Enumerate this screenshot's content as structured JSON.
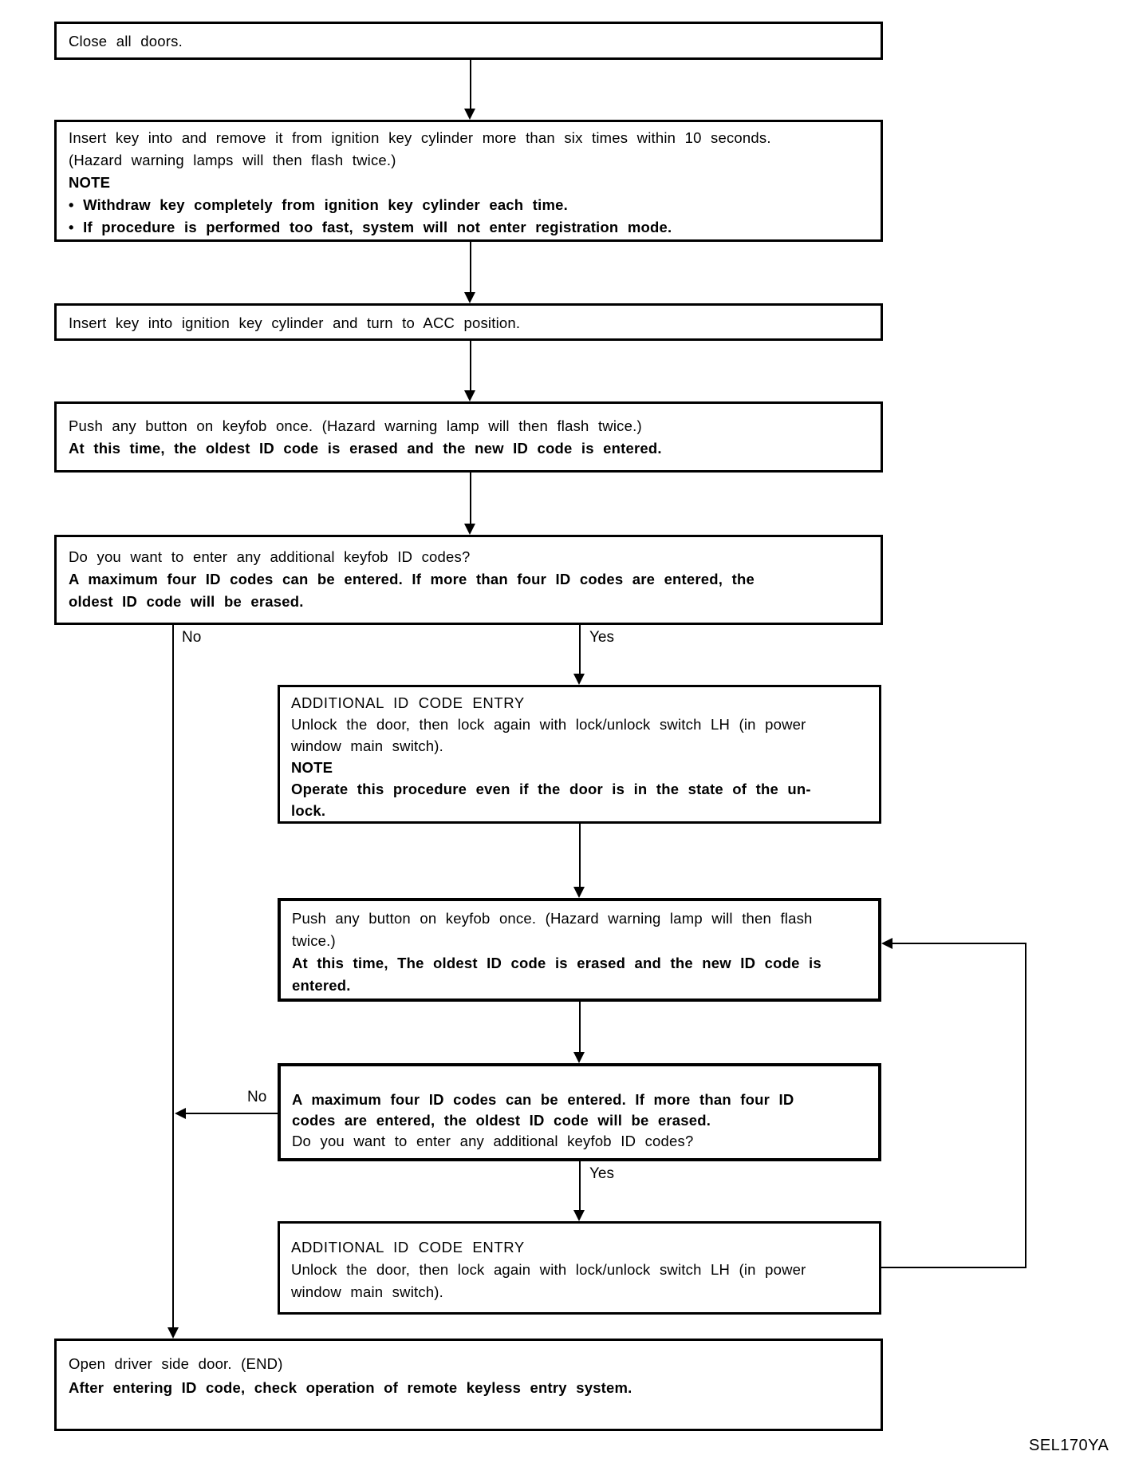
{
  "page": {
    "figure_id": "SEL170YA",
    "background_color": "#ffffff",
    "line_color": "#000000"
  },
  "branch_labels": {
    "no_1": "No",
    "yes_1": "Yes",
    "no_2": "No",
    "yes_2": "Yes"
  },
  "flowchart": {
    "boxes": [
      {
        "id": "close-doors",
        "lines": [
          "Close all doors."
        ]
      },
      {
        "id": "insert-remove-key",
        "lines": [
          "Insert key into and remove it from ignition key cylinder more than six times within 10 seconds.",
          "(Hazard warning lamps will then flash twice.)",
          "NOTE",
          "• Withdraw key completely from ignition key cylinder each time.",
          "• If procedure is performed too fast, system will not enter registration mode."
        ]
      },
      {
        "id": "insert-key-acc",
        "lines": [
          "Insert key into ignition key cylinder and turn to ACC position."
        ]
      },
      {
        "id": "push-button-keyfob-1",
        "lines": [
          "Push any button on keyfob once. (Hazard warning lamp will then flash twice.)",
          "At this time, the oldest ID code is erased and the new ID code is entered."
        ]
      },
      {
        "id": "additional-codes-question-1",
        "lines": [
          "Do you want to enter any additional keyfob ID codes?",
          "A maximum four ID codes can be entered. If more than four ID codes are entered, the",
          "oldest ID code will be erased."
        ]
      },
      {
        "id": "additional-id-code-entry-1",
        "lines": [
          "ADDITIONAL ID CODE ENTRY",
          "Unlock the door, then lock again with lock/unlock switch LH (in power",
          "window main switch).",
          "NOTE",
          "Operate this procedure even if the door is in the state of the un-",
          "lock."
        ]
      },
      {
        "id": "push-button-keyfob-2",
        "lines": [
          "Push any button on keyfob once. (Hazard warning lamp will then flash",
          "twice.)",
          "At this time, The oldest ID code is erased and the new ID code is",
          "entered."
        ]
      },
      {
        "id": "additional-codes-question-2",
        "lines": [
          "A maximum four ID codes can be entered. If more than four ID",
          "codes are entered, the oldest ID code will be erased.",
          "Do you want to enter any additional keyfob ID codes?"
        ]
      },
      {
        "id": "additional-id-code-entry-2",
        "lines": [
          "ADDITIONAL ID CODE ENTRY",
          "Unlock the door, then lock again with lock/unlock switch LH (in power",
          "window main switch)."
        ]
      },
      {
        "id": "open-door-end",
        "lines": [
          "Open driver side door. (END)",
          "After entering ID code, check operation of remote keyless entry system."
        ]
      }
    ]
  }
}
